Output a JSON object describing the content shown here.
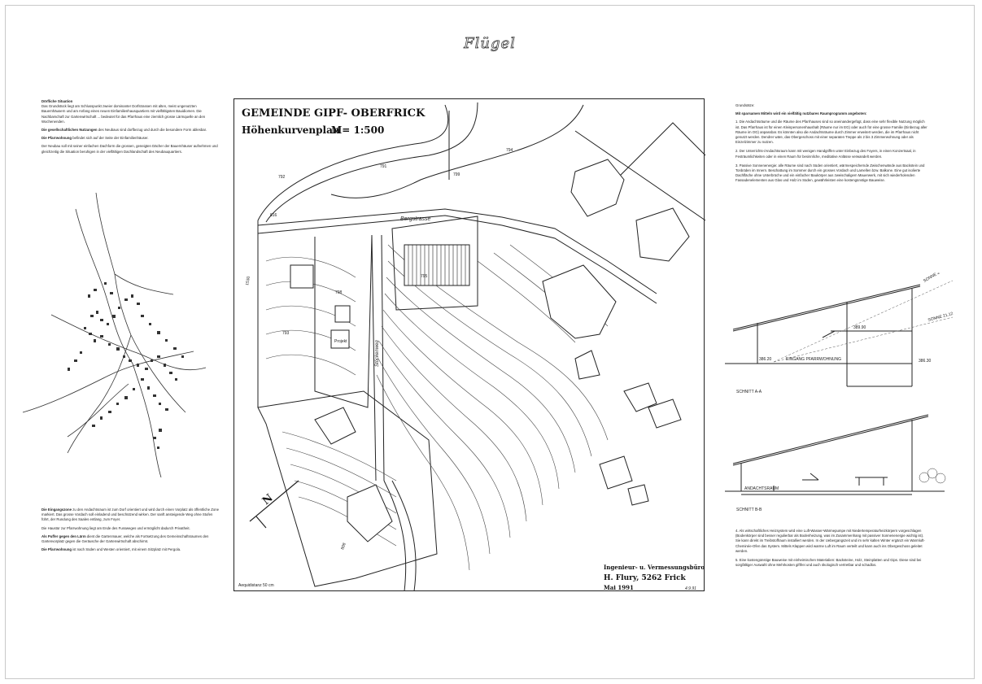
{
  "title": "Flügel",
  "left_top": [
    {
      "h": "Dörfliche Situation",
      "t": "Das Grundstück liegt am Schlusspunkt zweier dominanter Dorfstrassen mit alten, meist ungenutzten Bauernhäusern und am Anfang eines neuen Einfamilienhausquartiers mit vielfältigsten Bauidiomen. Die Nachbarschaft zur Gartenwirtschaft ... bedeutet für das Pfarrhaus eine ziemlich grosse Lärmquelle an den Wochenenden."
    },
    {
      "h": "Die gesellschaftlichen Nutzungen",
      "t": "des Neubaus sind dorfbezug und durch die besondere Form ablesbar."
    },
    {
      "h": "Die Pfarrwohnung",
      "t": "befindet sich auf der Seite der Einfamilienhäuser."
    },
    {
      "h": "",
      "t": "Der Neubau soll mit seiner einfachen Dachform die grossen, geneigten Dächer der Bauernhäuser aufnehmen und gleichzeitig die Situation beruhigen in der vielfältigen Dachlandschaft des Neubauquartiers."
    }
  ],
  "left_bottom": [
    {
      "h": "Die Eingangszone",
      "t": "zu den Andachtsraum ist zum Dorf orientiert und wird durch einen Vorplatz als öffentliche Zone markiert. Das grosse Vordach soll einladend und beschützend wirken. Der sanft ansteigende Weg ohne Stufen führt, der Rundung des Saales entlang, zum Foyer."
    },
    {
      "h": "",
      "t": "Die Haustür zur Pfarrwohnung liegt am Ende des Fussweges und ermöglicht dadurch Privatheit."
    },
    {
      "h": "Als Puffer gegen den Lärm",
      "t": "dient die Gartenmauer, welche als Fortsetzung des Gemeinschaftsraumes den Gartenvorplatz gegen die Geräusche der Gartenwirtschaft abschirmt."
    },
    {
      "h": "Die Pfarrwohnung",
      "t": "ist nach Süden und Westen orientiert, mit einem Sitzplatz mit Pergola."
    }
  ],
  "right_top_heading": "Grundsätze:",
  "right_top_intro": "Mit sparsamen Mitteln wird ein vielfältig nutzbares Raumprogramm angeboten:",
  "right_top_items": [
    "1. Die Andachtsräume und die Räume des Pfarrhauses sind so aneinandergefügt, dass eine sehr flexible Nutzung möglich ist. Das Pfarrhaus ist für einen Kleinpersonenhaushalt (Räume nur im EG) oder auch für eine grosse Familie (Einbezug aller Räume im OG) anpassbar. Es könnten also die Andachtsräume durch Zimmer erweitert werden, die im Pfarrhaus nicht genutzt werden. Dendrer wäre, das Obergeschoss mit einer separaten Treppe als 2 bis 3 Zimmerwohnung oder als Einzelzimmer zu nutzen.",
    "2. Der Unterrichts-/Andachtsraum kann mit wenigen Handgriffen unter Einbezug des Foyers, in einen Konzertsaal, in Festräumlichkeiten oder in einen Raum für besinnliche, meditative Anlässe verwandelt werden.",
    "3. Passive Sonnenenergie: alle Räume sind nach Süden orientiert, wärmespeichernde Zwischenwände aus Backstein und Tonböden im Innern. Beschattung im Sommer durch ein grosses Vordach und Lamellen bzw. Balkone. Eine gut isolierte Dachfläche ohne Unterbrüche und ein einfacher Baukörper aus zweischaligem Mauerwerk, mit sich wiederholenden Fassadenelementen aus Glas und Holz im Süden, gewährleisten eine kostengünstige Bauweise."
  ],
  "right_bottom_items": [
    "4. Als wirtschaftliches Heizsystem wird eine Luft-Wasser-Wärmepumpe mit Niedertemperaturheizkörpern vorgeschlagen (Bodenkörper sind besser regulierbar als Bodenheizung, was im Zusammenhang mit passiver Sonnenenergie wichtig ist). Sie kann direkt im Treibstoffraum installiert werden. In der Uebergangszeit und im sehr kalten Winter ergänzt ein Warmluft-Cheminée-Ofen das System. Mittels Klappen wird warme Luft im Raum verteilt und kann auch ins Obergeschoss geleitet werden.",
    "5. Eine kostengünstige Bauweise mit einheimischen Materialien: Backsteine, Holz, Steinplatten und Gips. Diese sind bei sorgfältiger Auswahl ohne Mehrkosten giftfrei und auch ökologisch vertretbar und schadlos."
  ],
  "plan": {
    "municipality": "GEMEINDE GIPF- OBERFRICK",
    "subtitle": "Höhenkurvenplan",
    "scale": "M= 1:500",
    "office_line1": "Ingenieur- u. Vermessungsbüro",
    "office_line2": "H. Flury, 5262 Frick",
    "date": "Mai 1991",
    "street1": "Bergstrasse",
    "street2": "Stöckenweg",
    "project": "Projekt",
    "north": "N",
    "equidistance": "Aequidistanz 50 cm",
    "signature": "4.9.91",
    "parcels": [
      "816",
      "791",
      "792",
      "799",
      "794",
      "798",
      "793",
      "808",
      "795",
      "1530"
    ]
  },
  "section_a": {
    "label": "SCHNITT A-A",
    "entrance": "EINGANG PFARRWOHNUNG",
    "level_left": "386.20",
    "level_top": "389.90",
    "level_right": "386.30",
    "sun_summer": "SONNE 24.6",
    "sun_winter": "SONNE 21.12"
  },
  "section_b": {
    "label": "SCHNITT B-B",
    "room": "ANDACHTSRAUM"
  }
}
